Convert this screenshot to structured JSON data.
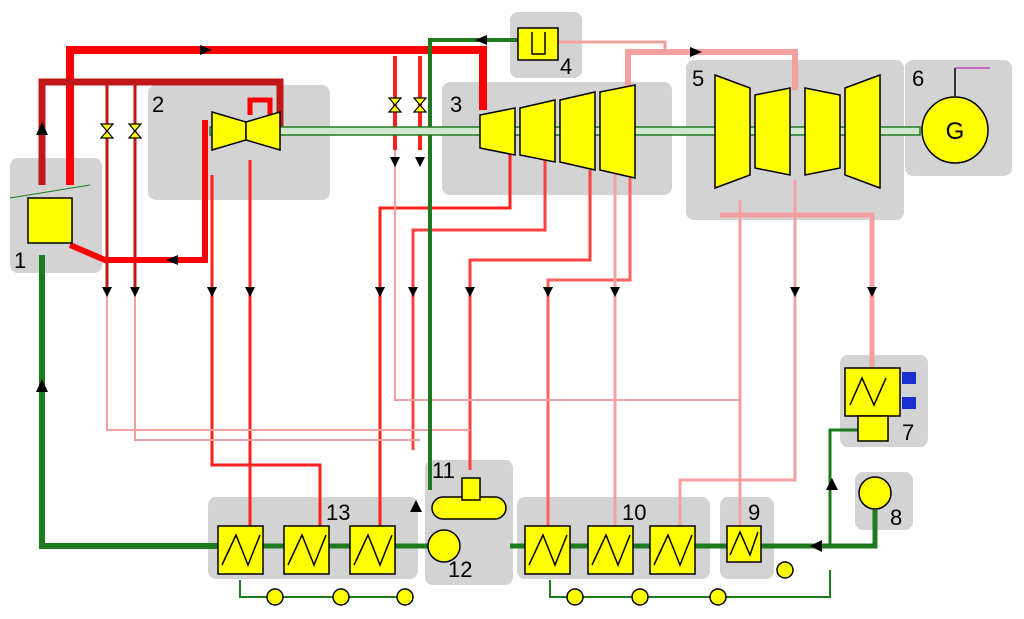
{
  "labels": {
    "boiler": "1",
    "hp_turbine": "2",
    "ip_turbine": "3",
    "feed_pump_turbine": "4",
    "lp_turbine": "5",
    "generator": "6",
    "condenser": "7",
    "condensate_pump": "8",
    "gland_cooler": "9",
    "lp_heaters": "10",
    "deaerator": "11",
    "feed_pump": "12",
    "hp_heaters": "13",
    "generator_symbol": "G"
  },
  "colors": {
    "main_steam": "#ff0000",
    "reheat_steam": "#cc1a1a",
    "extraction": "#ff4040",
    "lp_steam": "#f5a0a0",
    "water": "#1e7a1e",
    "component_fill": "#ffff00",
    "group_box": "#d0d0d0"
  },
  "icons": [
    "valve-icon",
    "drain-pump-icon",
    "flow-arrow-icon",
    "generator-icon"
  ]
}
